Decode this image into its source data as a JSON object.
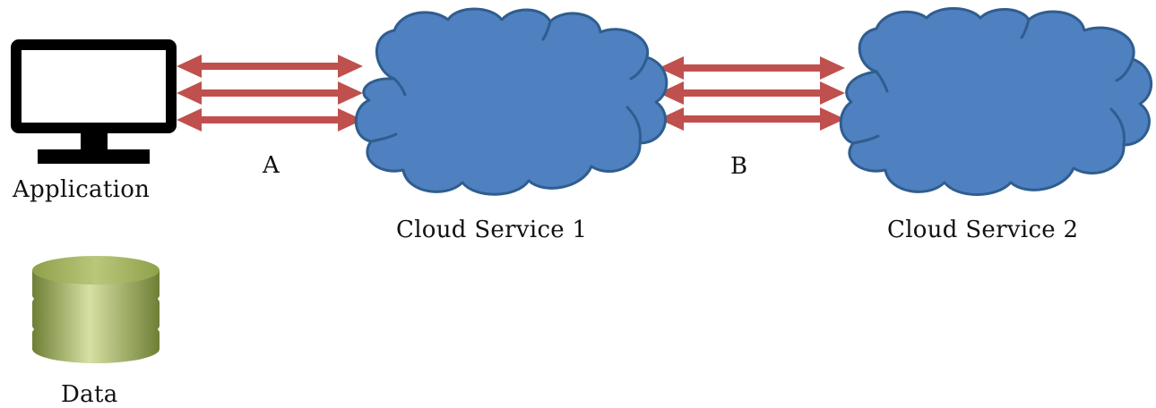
{
  "labels": {
    "application": "Application",
    "data": "Data",
    "link_a": "A",
    "link_b": "B",
    "cloud1": "Cloud Service 1",
    "cloud2": "Cloud Service 2"
  },
  "icons": {
    "application": "desktop-monitor-icon",
    "data": "database-cylinder-icon",
    "cloud1": "cloud-icon",
    "cloud2": "cloud-icon",
    "arrows": "double-headed-arrow-icon"
  },
  "colors": {
    "cloud_fill": "#4f80c0",
    "cloud_stroke": "#2f5d8f",
    "arrow": "#c0504d",
    "monitor": "#000000",
    "database_light": "#d6e0a3",
    "database_mid": "#9fb05a",
    "database_dark": "#6e7f35"
  },
  "connections": [
    {
      "from": "Application",
      "to": "Cloud Service 1",
      "label": "A",
      "arrow_count": 3
    },
    {
      "from": "Cloud Service 1",
      "to": "Cloud Service 2",
      "label": "B",
      "arrow_count": 3
    }
  ]
}
